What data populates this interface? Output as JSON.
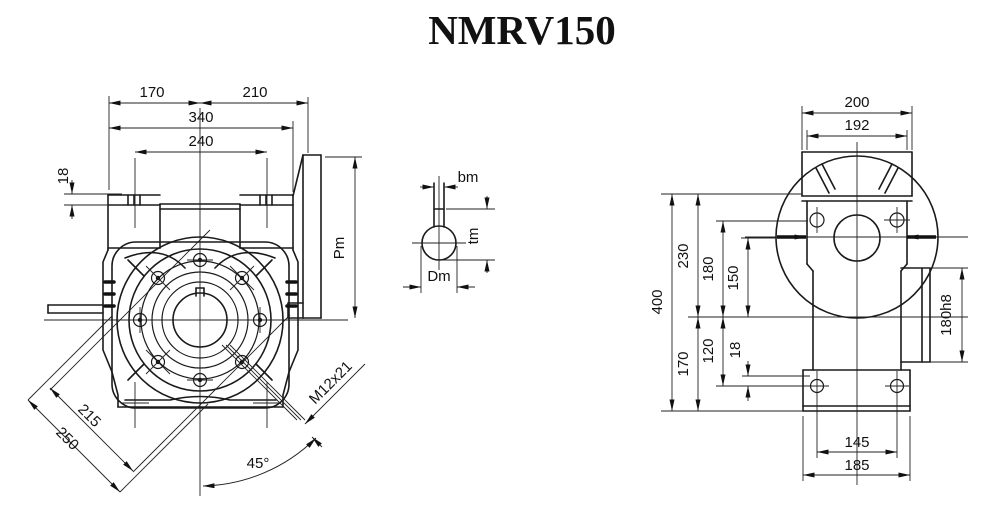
{
  "title": "NMRV150",
  "colors": {
    "line": "#1a1a1a",
    "background": "#ffffff"
  },
  "views": {
    "front": {
      "label": "front-view-output-flange",
      "dims": {
        "top_left": "170",
        "top_right": "210",
        "overall_width": "340",
        "foot_bolt_span": "240",
        "foot_thickness": "18",
        "flange_height": "Pm",
        "diag_bolt_span": "215",
        "diag_outer_span": "250",
        "tapped_hole": "M12x21",
        "hole_angle": "45°"
      }
    },
    "shaft_section": {
      "label": "output-bore-section",
      "dims": {
        "key_width": "bm",
        "key_height": "tm",
        "bore_diameter": "Dm"
      }
    },
    "side": {
      "label": "side-view",
      "dims": {
        "top_width": "200",
        "face_width": "192",
        "overall_height": "400",
        "upper_height": "230",
        "lower_height": "170",
        "bolt_height": "180",
        "centre_distance": "150",
        "foot_hole_drop": "120",
        "foot_plate": "18",
        "boss_diameter": "180h8",
        "foot_hole_span": "145",
        "foot_width": "185"
      }
    }
  }
}
